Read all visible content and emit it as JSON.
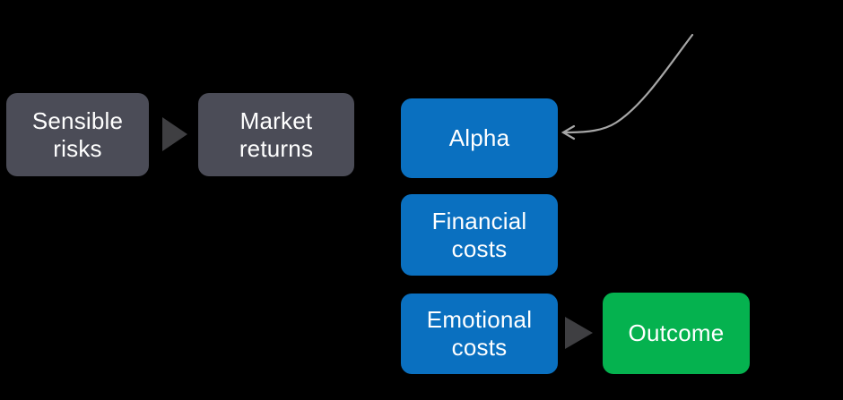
{
  "diagram": {
    "title": "Sensible risks to market returns and alpha outcome flow",
    "background_color": "#000000",
    "colors": {
      "gray_box": "#4B4C57",
      "blue_box": "#0A70C0",
      "green_box": "#05B24F",
      "triangle_arrow": "#3F3F42",
      "curved_arrow": "#A6A6A6",
      "text": "#FFFFFF"
    },
    "nodes": [
      {
        "id": "sensible-risks",
        "label": "Sensible\nrisks",
        "color": "#4B4C57"
      },
      {
        "id": "market-returns",
        "label": "Market\nreturns",
        "color": "#4B4C57"
      },
      {
        "id": "alpha",
        "label": "Alpha",
        "color": "#0A70C0"
      },
      {
        "id": "financial-costs",
        "label": "Financial\ncosts",
        "color": "#0A70C0"
      },
      {
        "id": "emotional-costs",
        "label": "Emotional\ncosts",
        "color": "#0A70C0"
      },
      {
        "id": "outcome",
        "label": "Outcome",
        "color": "#05B24F"
      }
    ],
    "connectors": [
      {
        "id": "risks-to-returns",
        "type": "triangle-arrow-right",
        "from": "sensible-risks",
        "to": "market-returns"
      },
      {
        "id": "emotional-to-outcome",
        "type": "triangle-arrow-right",
        "from": "emotional-costs",
        "to": "outcome"
      },
      {
        "id": "curved-into-alpha",
        "type": "curved-arrow-left",
        "from": "",
        "to": "alpha"
      }
    ]
  }
}
